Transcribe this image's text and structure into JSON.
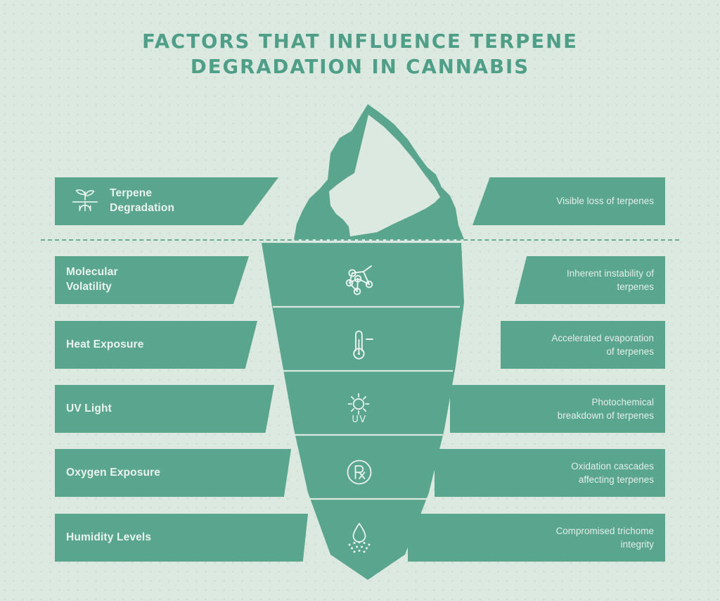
{
  "title": {
    "line1": "FACTORS THAT INFLUENCE TERPENE",
    "line2": "DEGRADATION IN CANNABIS"
  },
  "colors": {
    "background": "#dce9e0",
    "bar": "#5aa58e",
    "title_text": "#4f9f88",
    "bar_text": "#eaf3ee",
    "waterline": "#66ab94",
    "iceberg_body": "#5aa58e",
    "iceberg_facet": "#dce9e0"
  },
  "waterline": {
    "style": "dashed",
    "label": "waterline"
  },
  "rows": [
    {
      "label": "Terpene\nDegradation",
      "label_line1": "Terpene",
      "label_line2": "Degradation",
      "description": "Visible loss of terpenes",
      "description_line1": "Visible loss of terpenes",
      "description_line2": "",
      "icon": "seedling-roots-icon",
      "position": "above-water"
    },
    {
      "label": "Molecular\nVolatility",
      "label_line1": "Molecular",
      "label_line2": "Volatility",
      "description": "Inherent instability of terpenes",
      "description_line1": "Inherent instability of",
      "description_line2": "terpenes",
      "icon": "molecule-icon",
      "position": "below-water"
    },
    {
      "label": "Heat Exposure",
      "label_line1": "Heat Exposure",
      "label_line2": "",
      "description": "Accelerated evaporation of terpenes",
      "description_line1": "Accelerated evaporation",
      "description_line2": "of terpenes",
      "icon": "thermometer-icon",
      "position": "below-water"
    },
    {
      "label": "UV Light",
      "label_line1": "UV Light",
      "label_line2": "",
      "description": "Photochemical breakdown of terpenes",
      "description_line1": "Photochemical",
      "description_line2": "breakdown of terpenes",
      "icon": "uv-sun-icon",
      "icon_text": "UV",
      "position": "below-water"
    },
    {
      "label": "Oxygen Exposure",
      "label_line1": "Oxygen Exposure",
      "label_line2": "",
      "description": "Oxidation cascades affecting terpenes",
      "description_line1": "Oxidation cascades",
      "description_line2": "affecting terpenes",
      "icon": "rx-circle-icon",
      "position": "below-water"
    },
    {
      "label": "Humidity Levels",
      "label_line1": "Humidity Levels",
      "label_line2": "",
      "description": "Compromised trichome integrity",
      "description_line1": "Compromised trichome",
      "description_line2": "integrity",
      "icon": "humidity-droplet-icon",
      "position": "below-water"
    }
  ]
}
